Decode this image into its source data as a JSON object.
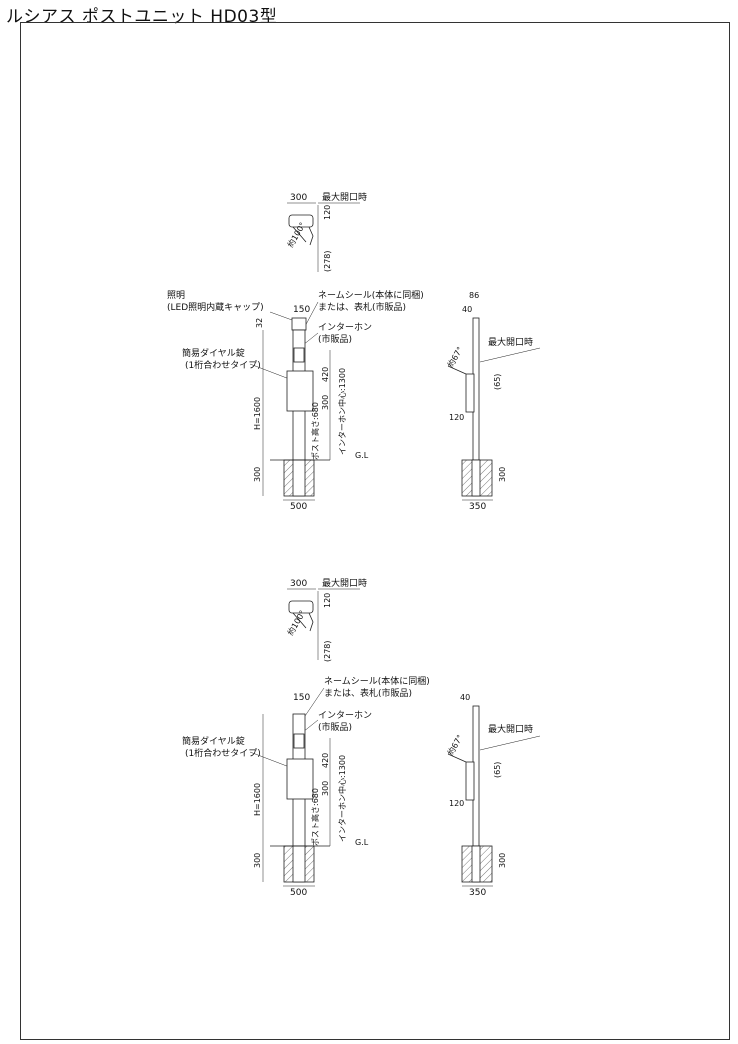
{
  "title": "ルシアス ポストユニット HD03型",
  "top": {
    "max_open": "最大開口時",
    "top_width": "300",
    "lid_h": "120",
    "angle": "約100°",
    "depth": "(278)",
    "light_label": "照明",
    "light_sub": "(LED照明内蔵キャップ)",
    "cap_h": "32",
    "cap_w": "150",
    "name_label": "ネームシール(本体に同梱)",
    "name_sub": "または、表札(市販品)",
    "intercom_label": "インターホン",
    "intercom_sub": "(市販品)",
    "lock_label": "簡易ダイヤル錠",
    "lock_sub": "(1桁合わせタイプ)",
    "height": "H=1600",
    "intercom_center": "インターホン中心:1300",
    "post_h": "ポスト高さ:680",
    "d420": "420",
    "d300": "300",
    "gl": "G.L",
    "base_h": "300",
    "base_w": "500",
    "side_86": "86",
    "side_40": "40",
    "side_max_open": "最大開口時",
    "side_angle": "約67°",
    "side_65": "(65)",
    "side_120": "120",
    "side_300": "300",
    "side_350": "350"
  },
  "bottom": {
    "max_open": "最大開口時",
    "top_width": "300",
    "lid_h": "120",
    "angle": "約100°",
    "depth": "(278)",
    "cap_w": "150",
    "name_label": "ネームシール(本体に同梱)",
    "name_sub": "または、表札(市販品)",
    "intercom_label": "インターホン",
    "intercom_sub": "(市販品)",
    "lock_label": "簡易ダイヤル錠",
    "lock_sub": "(1桁合わせタイプ)",
    "height": "H=1600",
    "intercom_center": "インターホン中心:1300",
    "post_h": "ポスト高さ:680",
    "d420": "420",
    "d300": "300",
    "gl": "G.L",
    "base_h": "300",
    "base_w": "500",
    "side_40": "40",
    "side_max_open": "最大開口時",
    "side_angle": "約67°",
    "side_65": "(65)",
    "side_120": "120",
    "side_300": "300",
    "side_350": "350"
  }
}
